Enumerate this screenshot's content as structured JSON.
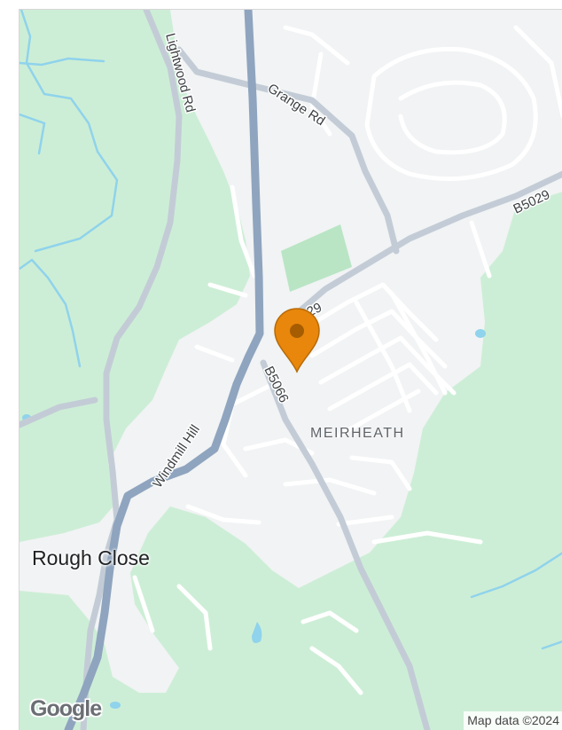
{
  "map": {
    "roads": {
      "lightwood_rd": "Lightwood Rd",
      "grange_rd": "Grange Rd",
      "b5029_east": "B5029",
      "b5029_marker": "29",
      "b5066": "B5066",
      "windmill_hill": "Windmill Hill"
    },
    "areas": {
      "meirheath": "MEIRHEATH",
      "rough_close": "Rough Close"
    },
    "logo": "Google",
    "attribution": "Map data ©2024",
    "marker_icon": "map-pin-icon",
    "colors": {
      "park": "#cdeed6",
      "urban": "#f1f3f4",
      "major_road": "#8fa4be",
      "minor_road": "#c3ccd6",
      "water": "#8fd3ec",
      "marker": "#e8870b",
      "marker_center": "#a65c00"
    }
  }
}
